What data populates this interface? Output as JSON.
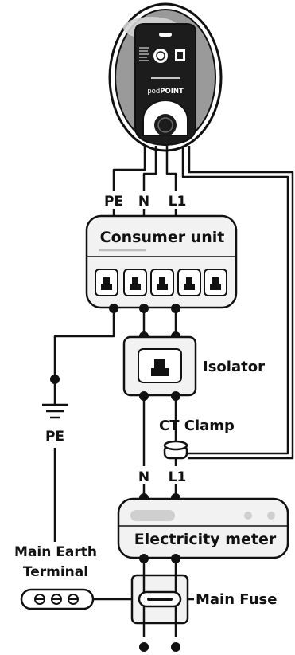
{
  "charger": {
    "brand_prefix": "pod",
    "brand_main": "POINT"
  },
  "terminal_labels": {
    "pe": "PE",
    "n": "N",
    "l1": "L1"
  },
  "consumer_unit": {
    "label": "Consumer unit"
  },
  "isolator": {
    "label": "Isolator"
  },
  "earth": {
    "label": "PE"
  },
  "ct_clamp": {
    "label": "CT Clamp"
  },
  "meter_terminals": {
    "n": "N",
    "l1": "L1"
  },
  "electricity_meter": {
    "label": "Electricity meter"
  },
  "main_earth_terminal": {
    "line1": "Main Earth",
    "line2": "Terminal"
  },
  "main_fuse": {
    "label": "Main Fuse"
  },
  "colors": {
    "outline": "#111111",
    "box_fill": "#f2f2f2",
    "charger_shell": "#9a9a9a",
    "charger_face": "#1c1c1c"
  }
}
